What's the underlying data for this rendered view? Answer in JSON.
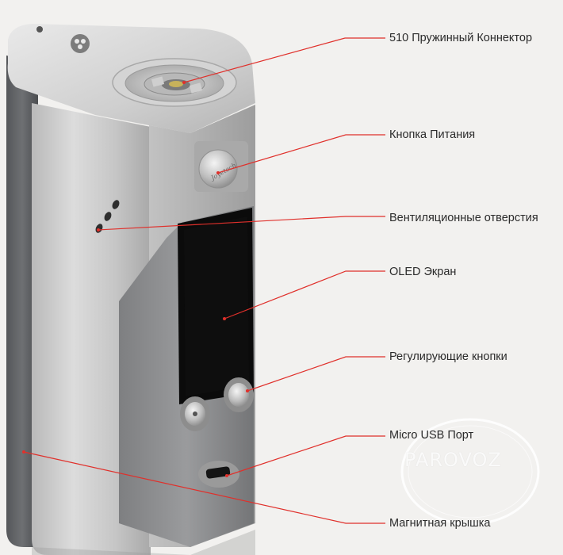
{
  "labels": {
    "connector": "510 Пружинный Коннектор",
    "power_button": "Кнопка Питания",
    "vents": "Вентиляционные отверстия",
    "oled": "OLED Экран",
    "adjust_buttons": "Регулирующие кнопки",
    "usb": "Micro USB Порт",
    "magnetic_cover": "Магнитная крышка"
  },
  "engraving": "Joyetech",
  "watermark": "PAROVOZ",
  "colors": {
    "background": "#f2f1ef",
    "leader_line": "#e0302b",
    "label_text": "#2b2b2b",
    "screen": "#0b0b0b",
    "body_silver": "#c9c9c9",
    "body_dark": "#6f7073"
  }
}
